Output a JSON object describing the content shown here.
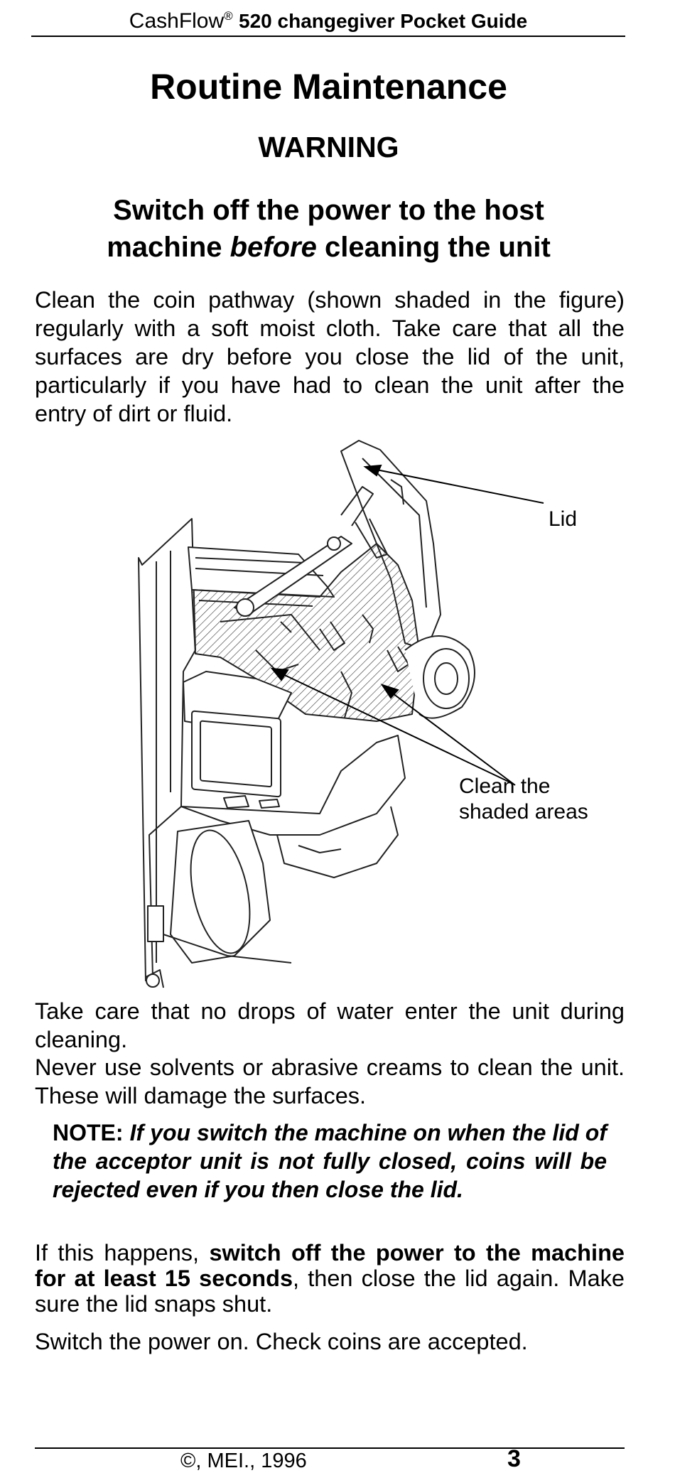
{
  "header": {
    "brand": "CashFlow",
    "reg_mark": "®",
    "guide": "520 changegiver Pocket Guide"
  },
  "title": "Routine Maintenance",
  "warning": "WARNING",
  "subwarning": {
    "line1": "Switch off the power to the host",
    "pre": "machine ",
    "emph": "before",
    "post": " cleaning the unit"
  },
  "para1": "Clean the coin pathway (shown shaded in the figure) regularly with a soft moist cloth. Take care that all the surfaces are dry before you close the lid of the unit, particularly if you have had to clean the unit after the entry of dirt or fluid.",
  "figure": {
    "label_lid": "Lid",
    "label_clean_1": "Clean the",
    "label_clean_2": "shaded areas"
  },
  "para2": "Take care that no drops of water enter the unit during cleaning.",
  "para3": "Never use solvents or abrasive creams to clean the unit. These will damage the surfaces.",
  "note": {
    "label": "NOTE:",
    "body": "If you switch the machine on when the lid of the acceptor unit is not fully closed, coins will be rejected even if you then close the lid."
  },
  "para4": {
    "pre": "If this happens, ",
    "bold": "switch off the power to the machine for at least 15 seconds",
    "post": ", then close the lid again. Make sure the lid snaps shut."
  },
  "para5": "Switch the power on. Check coins are accepted.",
  "footer": {
    "copyright": "©, MEI., 1996",
    "page_number": "3"
  }
}
